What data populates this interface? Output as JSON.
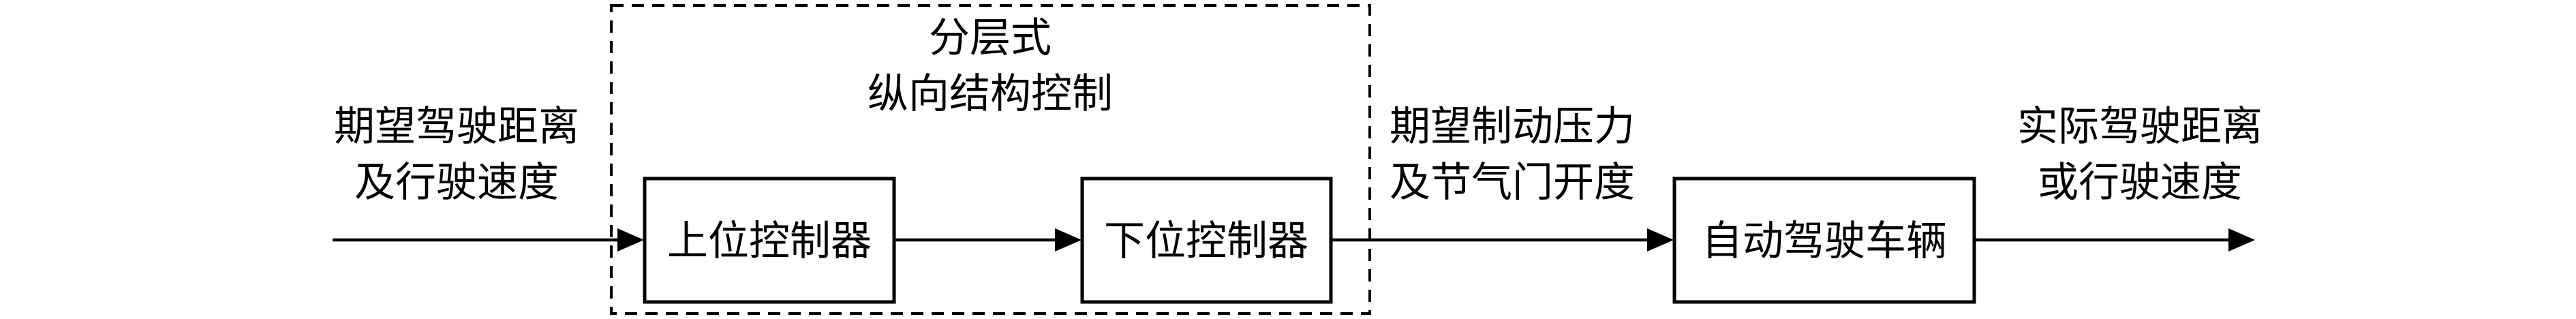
{
  "diagram": {
    "group": {
      "title_line1": "分层式",
      "title_line2": "纵向结构控制"
    },
    "input_label": {
      "line1": "期望驾驶距离",
      "line2": "及行驶速度"
    },
    "blocks": {
      "upper_controller": "上位控制器",
      "lower_controller": "下位控制器",
      "vehicle": "自动驾驶车辆"
    },
    "middle_label": {
      "line1": "期望制动压力",
      "line2": "及节气门开度"
    },
    "output_label": {
      "line1": "实际驾驶距离",
      "line2": "或行驶速度"
    },
    "colors": {
      "stroke": "#000000",
      "background": "#ffffff"
    }
  }
}
